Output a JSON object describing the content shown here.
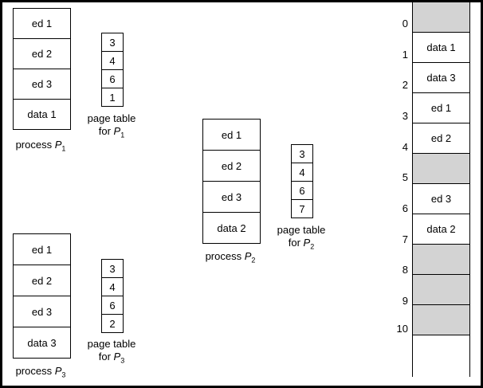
{
  "processes": [
    {
      "id": "p1",
      "pages": [
        "ed 1",
        "ed 2",
        "ed 3",
        "data 1"
      ],
      "label": "process",
      "name": "P",
      "sub": "1",
      "page_table": {
        "entries": [
          "3",
          "4",
          "6",
          "1"
        ],
        "label_line1": "page table",
        "label_for": "for",
        "name": "P",
        "sub": "1"
      }
    },
    {
      "id": "p2",
      "pages": [
        "ed 1",
        "ed 2",
        "ed 3",
        "data 2"
      ],
      "label": "process",
      "name": "P",
      "sub": "2",
      "page_table": {
        "entries": [
          "3",
          "4",
          "6",
          "7"
        ],
        "label_line1": "page table",
        "label_for": "for",
        "name": "P",
        "sub": "2"
      }
    },
    {
      "id": "p3",
      "pages": [
        "ed 1",
        "ed 2",
        "ed 3",
        "data 3"
      ],
      "label": "process",
      "name": "P",
      "sub": "3",
      "page_table": {
        "entries": [
          "3",
          "4",
          "6",
          "2"
        ],
        "label_line1": "page table",
        "label_for": "for",
        "name": "P",
        "sub": "3"
      }
    }
  ],
  "frames": [
    {
      "num": "0",
      "content": ""
    },
    {
      "num": "1",
      "content": "data 1"
    },
    {
      "num": "2",
      "content": "data 3"
    },
    {
      "num": "3",
      "content": "ed 1"
    },
    {
      "num": "4",
      "content": "ed 2"
    },
    {
      "num": "5",
      "content": ""
    },
    {
      "num": "6",
      "content": "ed 3"
    },
    {
      "num": "7",
      "content": "data 2"
    },
    {
      "num": "8",
      "content": ""
    },
    {
      "num": "9",
      "content": ""
    },
    {
      "num": "10",
      "content": ""
    }
  ],
  "colors": {
    "empty_frame": "#d3d3d3",
    "border": "#000000",
    "background": "#ffffff"
  }
}
